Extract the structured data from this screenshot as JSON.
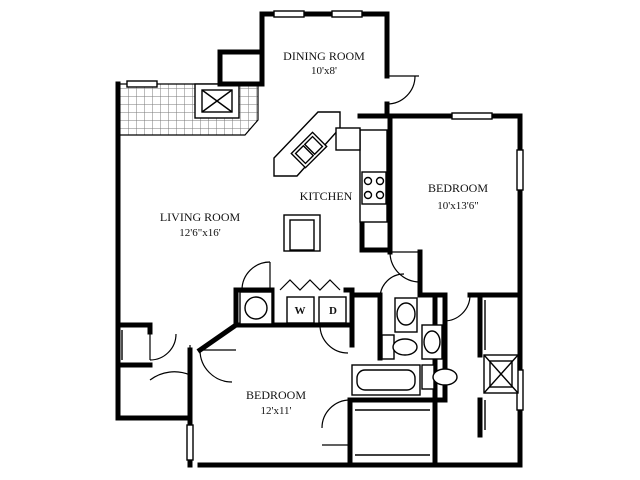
{
  "rooms": {
    "dining": {
      "name": "DINING ROOM",
      "dims": "10'x8'"
    },
    "kitchen": {
      "name": "KITCHEN"
    },
    "living": {
      "name": "LIVING ROOM",
      "dims": "12'6\"x16'"
    },
    "bedroom_right": {
      "name": "BEDROOM",
      "dims": "10'x13'6\""
    },
    "bedroom_bottom": {
      "name": "BEDROOM",
      "dims": "12'x11'"
    }
  },
  "appliances": {
    "washer": "W",
    "dryer": "D"
  },
  "colors": {
    "wall": "#000000",
    "patio_hatch": "#8a8a8a",
    "background": "#ffffff"
  }
}
